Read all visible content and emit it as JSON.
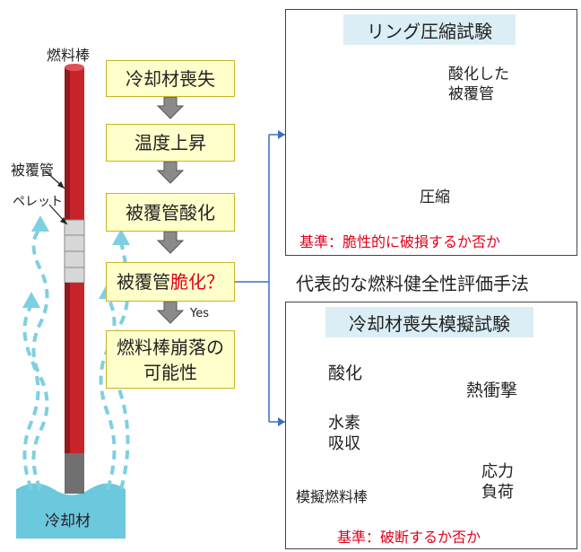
{
  "rod": {
    "fuel_rod_label": "燃料棒",
    "cladding_label": "被覆管",
    "pellet_label": "ペレット",
    "coolant_label": "冷却材"
  },
  "flow": {
    "step1": "冷却材喪失",
    "step2": "温度上昇",
    "step3": "被覆管酸化",
    "step4_prefix": "被覆管",
    "step4_highlight": "脆化？",
    "yes_label": "Yes",
    "step5_line1": "燃料棒崩落の",
    "step5_line2": "可能性"
  },
  "ring_test": {
    "title": "リング圧縮試験",
    "oxidized_line1": "酸化した",
    "oxidized_line2": "被覆管",
    "compression_label": "圧縮",
    "criterion": "基準：脆性的に破損するか否か"
  },
  "methods_caption": "代表的な燃料健全性評価手法",
  "loca_test": {
    "title": "冷却材喪失模擬試験",
    "oxidation": "酸化",
    "hydrogen_line1": "水素",
    "hydrogen_line2": "吸収",
    "thermal_shock": "熱衝撃",
    "stress_line1": "応力",
    "stress_line2": "負荷",
    "simulated_rod": "模擬燃料棒",
    "criterion": "基準：破断するか否か"
  },
  "colors": {
    "rod_red": "#c8242b",
    "flow_box_fill": "#ffffcc",
    "panel_title_fill": "#dbeef6",
    "arrow_blue": "#3a6fc4",
    "coolant_blue": "#6cc8dc",
    "criterion_red": "#e0001b"
  }
}
